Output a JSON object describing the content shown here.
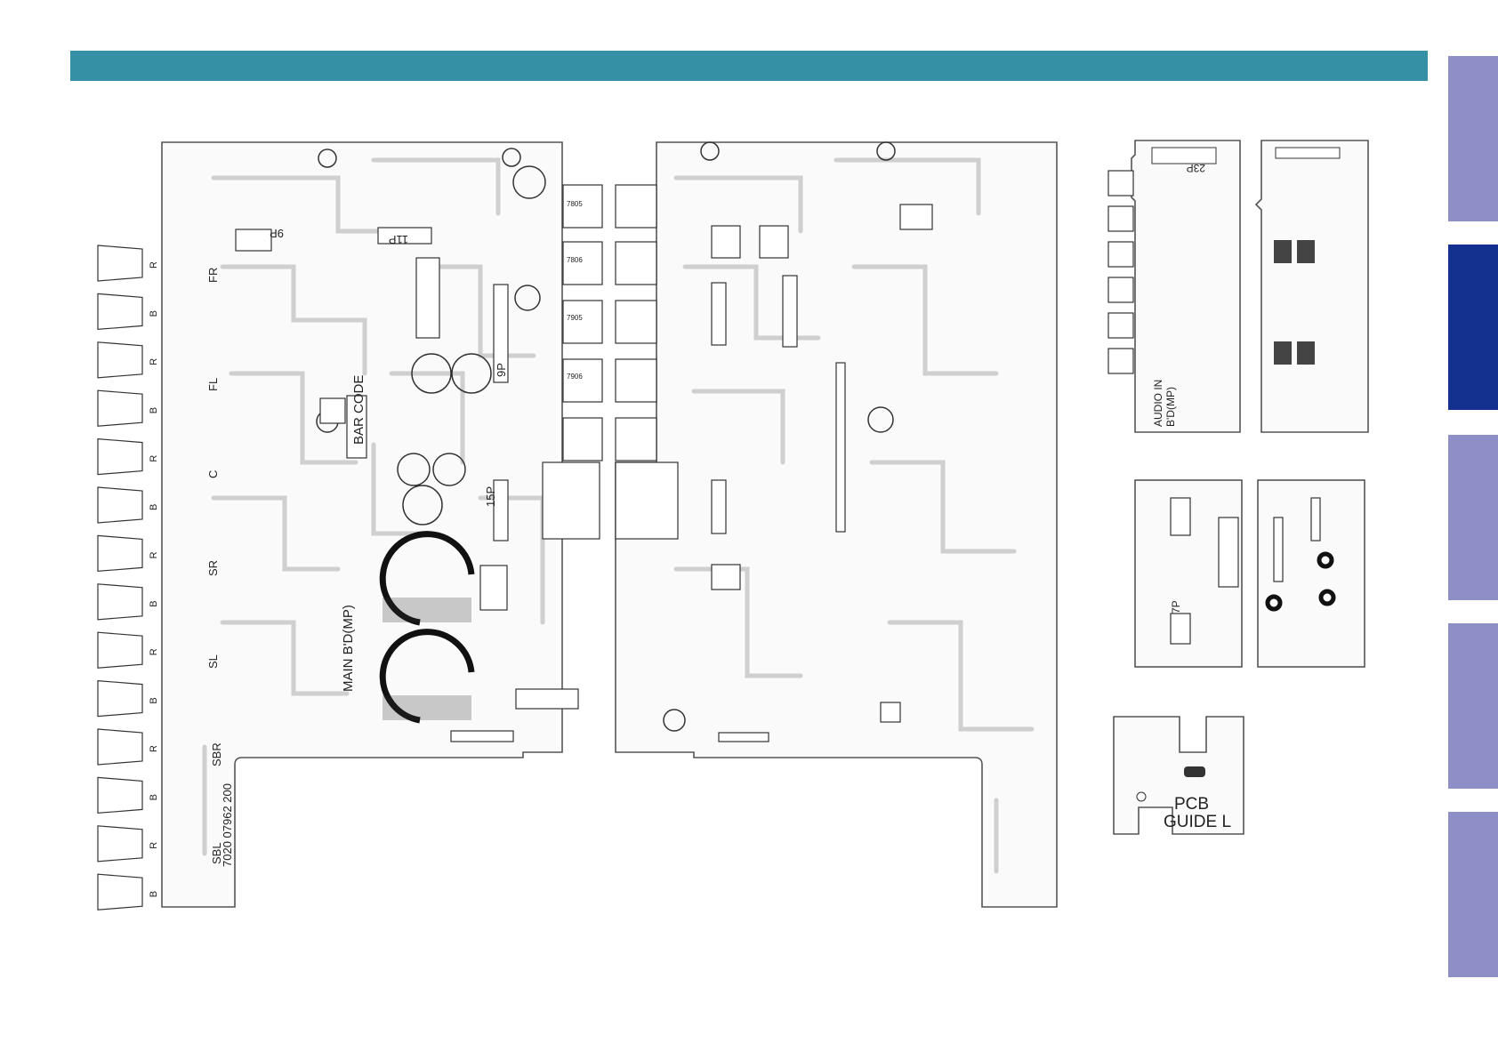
{
  "colors": {
    "header": "#3590a6",
    "tab": "#8f8fc8",
    "tab_active": "#15318f",
    "trace": "#d6d6d6",
    "board_line": "#555555"
  },
  "nav_tabs": [
    {
      "active": false
    },
    {
      "active": true
    },
    {
      "active": false
    },
    {
      "active": false
    },
    {
      "active": false
    }
  ],
  "main_board": {
    "left_labels": [
      "R",
      "B",
      "R",
      "B",
      "R",
      "B",
      "R",
      "B",
      "R",
      "B",
      "R",
      "B",
      "R",
      "B"
    ],
    "channel_labels": [
      "FR",
      "FL",
      "C",
      "SR",
      "SL",
      "SBR",
      "SBL"
    ],
    "code_text": "7020 07962 200",
    "bar_code": "BAR CODE",
    "board_name": "MAIN B'D(MP)",
    "connectors": [
      "9P",
      "11P",
      "9P",
      "15P"
    ],
    "regulators": [
      "7805",
      "7806",
      "7905",
      "7906"
    ]
  },
  "audio_board": {
    "connector": "23P",
    "title_line1": "AUDIO IN",
    "title_line2": "B'D(MP)"
  },
  "small_board": {
    "connector": "7P"
  },
  "guide_board": {
    "line1": "PCB",
    "line2": "GUIDE L"
  }
}
